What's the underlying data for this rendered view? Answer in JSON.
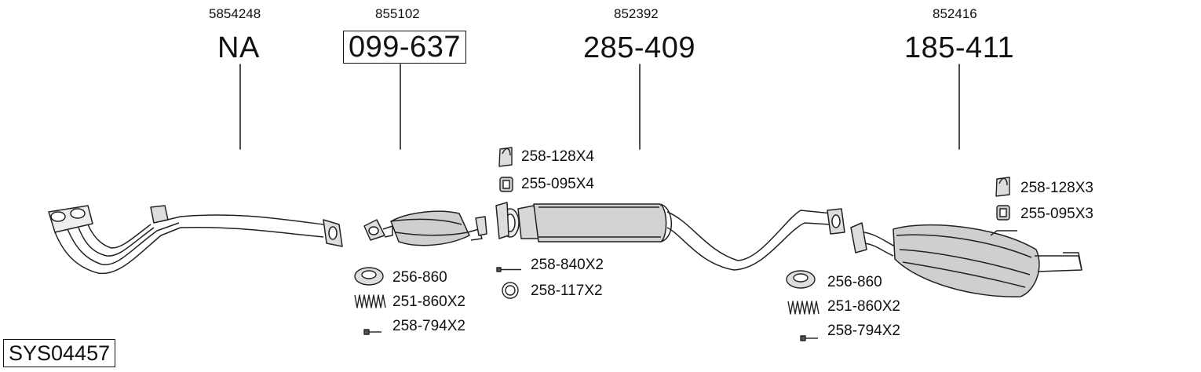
{
  "system_code": "SYS04457",
  "sections": [
    {
      "oem": "5854248",
      "part": "NA",
      "boxed": false
    },
    {
      "oem": "855102",
      "part": "099-637",
      "boxed": true
    },
    {
      "oem": "852392",
      "part": "285-409",
      "boxed": false
    },
    {
      "oem": "852416",
      "part": "185-411",
      "boxed": false
    }
  ],
  "accessories": {
    "cat_gasket": "256-860",
    "cat_springs": "251-860X2",
    "cat_bolts": "258-794X2",
    "mid_hanger": "258-128X4",
    "mid_rubber": "255-095X4",
    "mid_bolt": "258-840X2",
    "mid_ring": "258-117X2",
    "rear_hanger": "258-128X3",
    "rear_rubber": "255-095X3",
    "rear_gasket": "256-860",
    "rear_springs": "251-860X2",
    "rear_bolts": "258-794X2"
  }
}
